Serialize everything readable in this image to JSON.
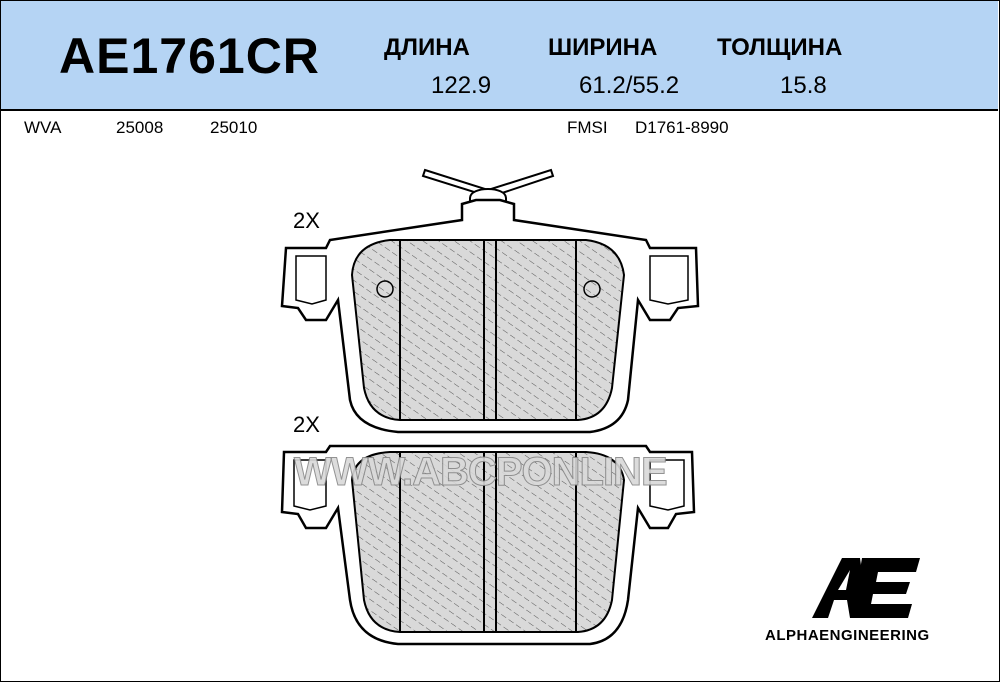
{
  "header": {
    "part_number": "AE1761CR",
    "length_label": "ДЛИНА",
    "length_value": "122.9",
    "width_label": "ШИРИНА",
    "width_value": "61.2/55.2",
    "thickness_label": "ТОЛЩИНА",
    "thickness_value": "15.8"
  },
  "cross_refs": {
    "wva_label": "WVA",
    "wva_1": "25008",
    "wva_2": "25010",
    "fmsi_label": "FMSI",
    "fmsi_value": "D1761-8990"
  },
  "drawing": {
    "top_qty": "2X",
    "bottom_qty": "2X",
    "watermark": "WWW.ABCPONLINE"
  },
  "brand": {
    "name": "ALPHAENGINEERING",
    "logo_icon": "ae-logo-icon"
  },
  "colors": {
    "header_bg": "#b5d4f4",
    "pad_fill": "#d9d9d9"
  }
}
